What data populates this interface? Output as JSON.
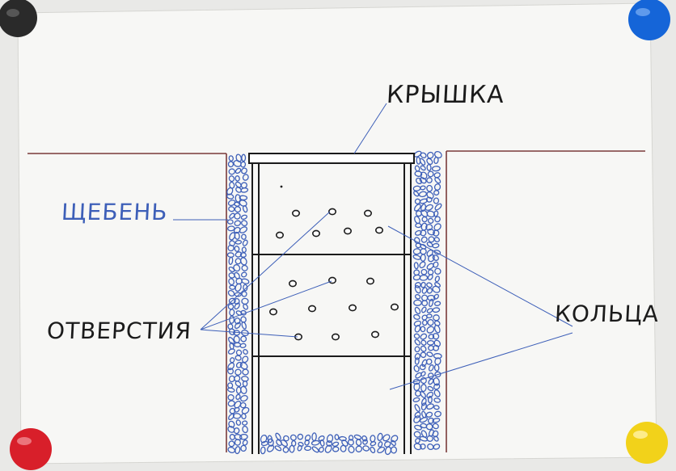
{
  "labels": {
    "lid": "КРЫШКА",
    "gravel": "ЩЕБЕНЬ",
    "holes": "ОТВЕРСТИЯ",
    "rings": "КОЛЬЦА"
  },
  "colors": {
    "paper": "#f7f7f5",
    "ink_black": "#1b1b1b",
    "ink_blue": "#3d5fb8",
    "ground_line": "#7a3a3a",
    "magnet_red": "#d81f2a",
    "magnet_blue": "#1565d8",
    "magnet_yellow": "#f2d21a",
    "magnet_black": "#2a2a2a"
  }
}
